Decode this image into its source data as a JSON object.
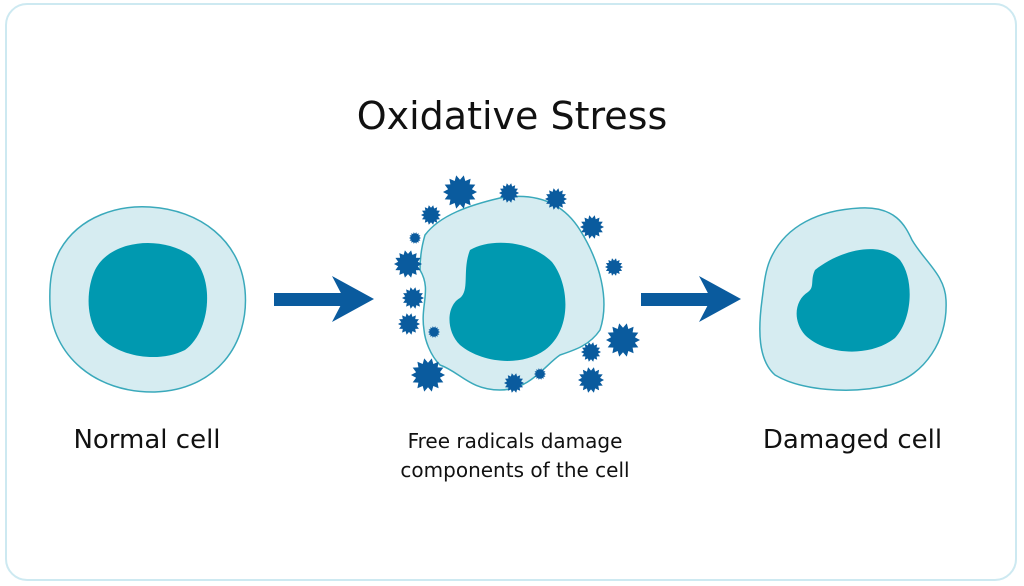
{
  "title": "Oxidative Stress",
  "labels": {
    "normal": "Normal cell",
    "middle_line1": "Free radicals damage",
    "middle_line2": "components of the cell",
    "damaged": "Damaged cell"
  },
  "colors": {
    "cytoplasm": "#d6ecf1",
    "membrane": "#3aa9bb",
    "nucleus": "#0099b0",
    "radical": "#0a5b9e",
    "arrow": "#0a5b9e",
    "border": "#cde9f1"
  }
}
